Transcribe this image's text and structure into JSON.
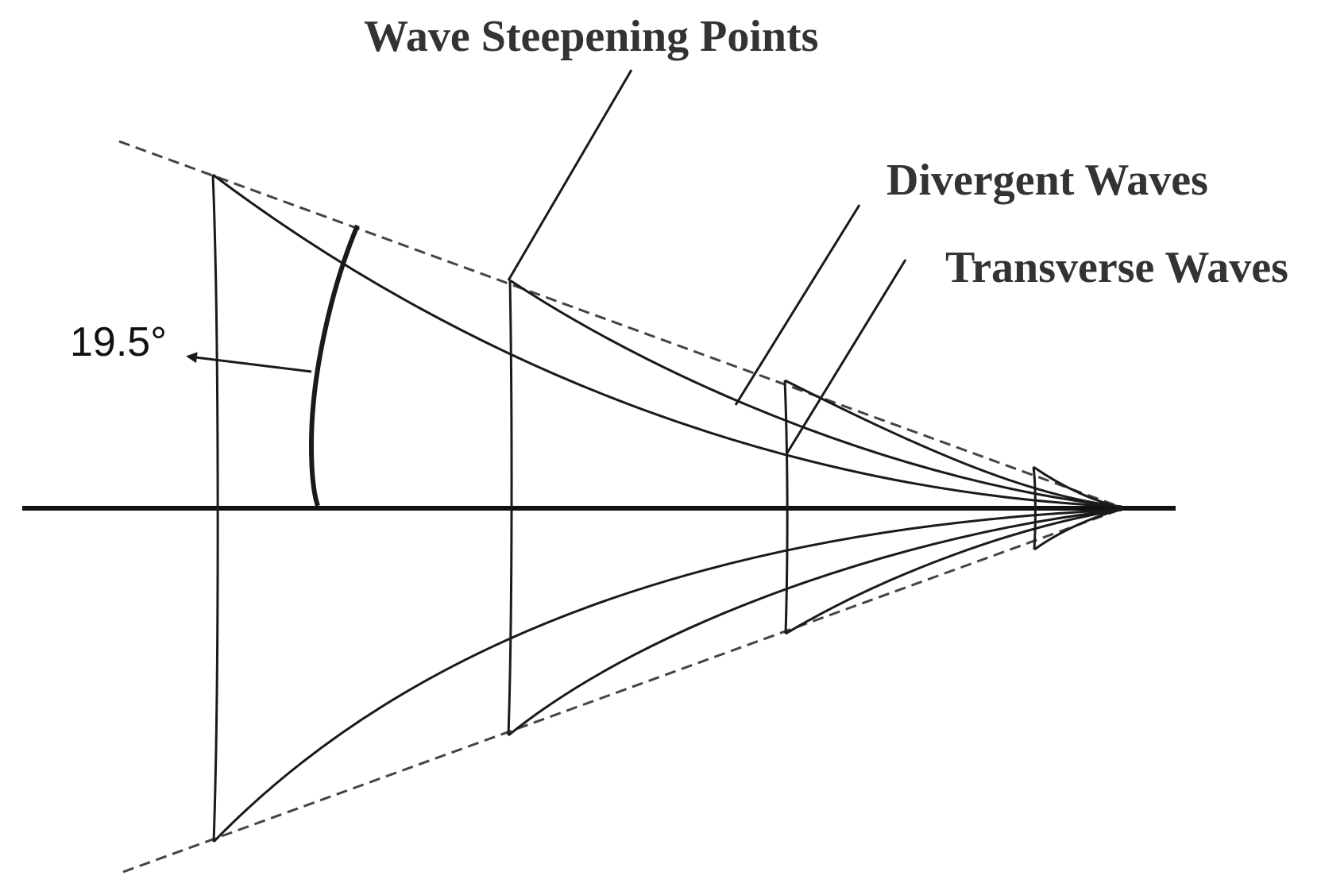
{
  "diagram": {
    "labels": {
      "wave_steepening_points": "Wave Steepening Points",
      "divergent_waves": "Divergent Waves",
      "transverse_waves": "Transverse Waves",
      "angle": "19.5°"
    },
    "colors": {
      "background": "#ffffff",
      "line": "#1a1a1a",
      "label": "#333333",
      "dashed": "#444444"
    }
  }
}
